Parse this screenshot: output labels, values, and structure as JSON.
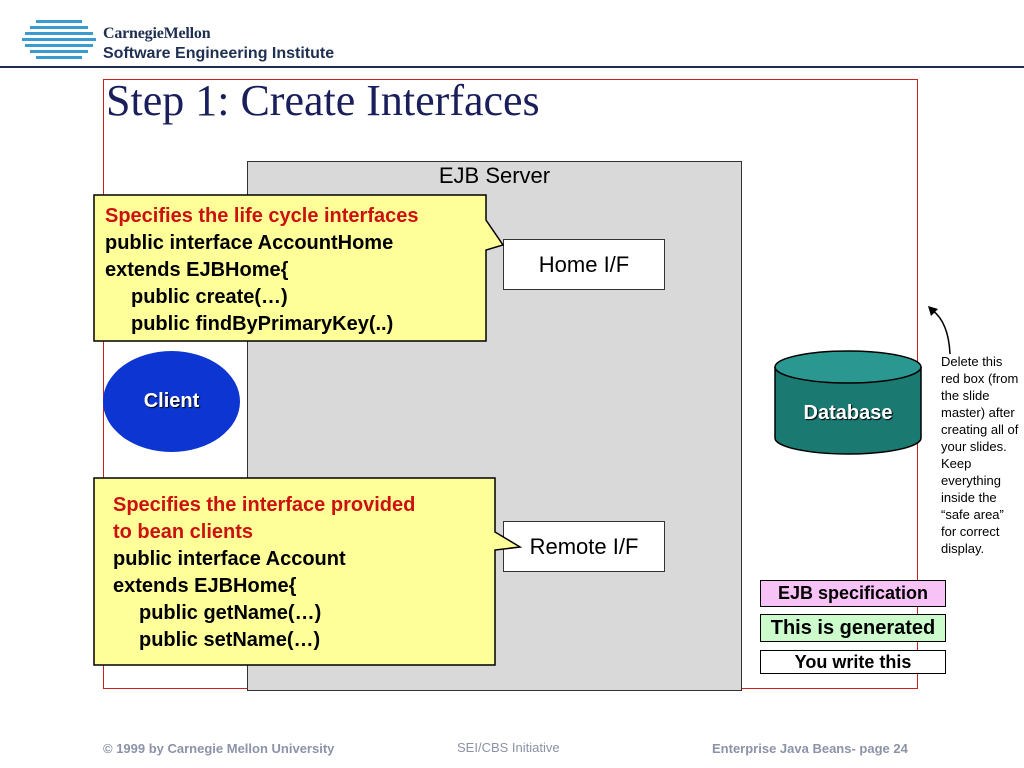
{
  "header": {
    "org_line1": "CarnegieMellon",
    "org_line2": "Software Engineering Institute"
  },
  "slide": {
    "title": "Step 1: Create Interfaces"
  },
  "diagram": {
    "server_label": "EJB Server",
    "home_interface": "Home I/F",
    "remote_interface": "Remote I/F",
    "client": "Client",
    "database": "Database",
    "callout_home": {
      "heading": "Specifies the life cycle interfaces",
      "lines": [
        "public interface AccountHome",
        "extends EJBHome{",
        "public create(…)",
        "public findByPrimaryKey(..)"
      ]
    },
    "callout_remote": {
      "heading_line1": "Specifies the interface provided",
      "heading_line2": "to bean clients",
      "lines": [
        "public interface Account",
        "extends EJBHome{",
        "public getName(…)",
        "public setName(…)"
      ]
    },
    "note": "Delete this red box (from the slide master) after creating all of your slides. Keep everything inside the “safe area” for correct display."
  },
  "legend": {
    "spec": "EJB specification",
    "generated": "This is generated",
    "write": "You write this"
  },
  "colors": {
    "client_fill": "#0d35d1",
    "database_fill": "#1a7a72",
    "callout_fill": "#ffff99",
    "safe_box": "#cc1f1f",
    "legend_spec": "#f7c3f7",
    "legend_generated": "#ccfccc"
  },
  "footer": {
    "copyright": "© 1999 by Carnegie Mellon University",
    "center": "SEI/CBS Initiative",
    "page": "Enterprise Java Beans- page 24"
  }
}
